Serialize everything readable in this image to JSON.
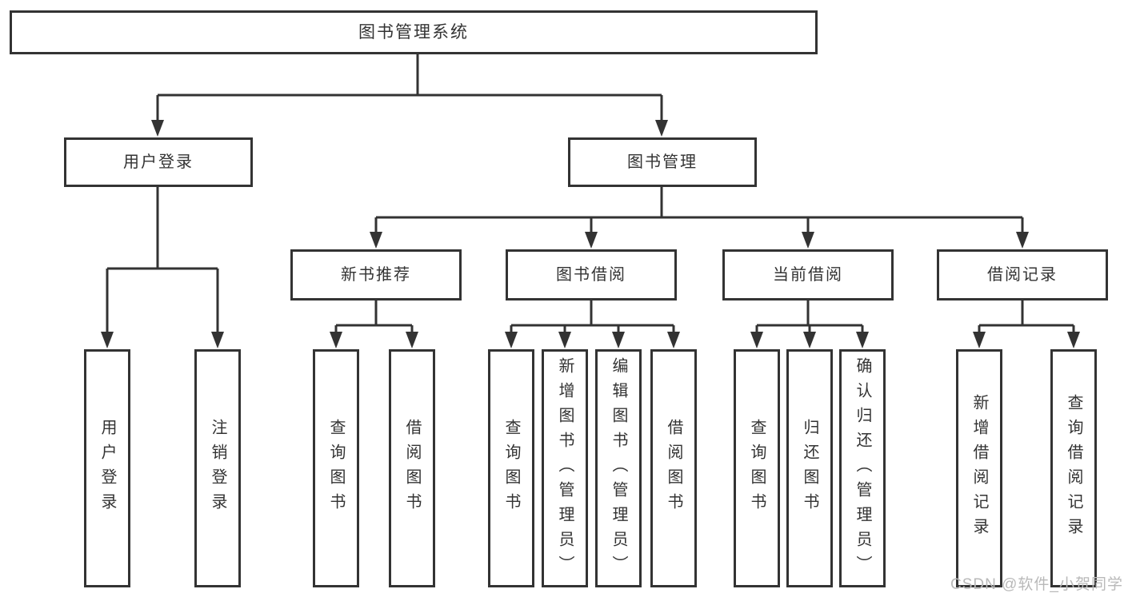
{
  "diagram": {
    "root": "图书管理系统",
    "level1": [
      "用户登录",
      "图书管理"
    ],
    "level2": [
      "新书推荐",
      "图书借阅",
      "当前借阅",
      "借阅记录"
    ],
    "leaves": {
      "user_login": [
        "用户登录",
        "注销登录"
      ],
      "new_book": [
        "查询图书",
        "借阅图书"
      ],
      "borrow": [
        "查询图书",
        "新增图书（管理员）",
        "编辑图书（管理员）",
        "借阅图书"
      ],
      "current": [
        "查询图书",
        "归还图书",
        "确认归还（管理员）"
      ],
      "records": [
        "新增借阅记录",
        "查询借阅记录"
      ]
    }
  },
  "watermark": "CSDN @软件_小贺同学",
  "colors": {
    "line": "#333333",
    "text": "#333333",
    "watermark": "#b9b9b9",
    "background": "#ffffff"
  }
}
